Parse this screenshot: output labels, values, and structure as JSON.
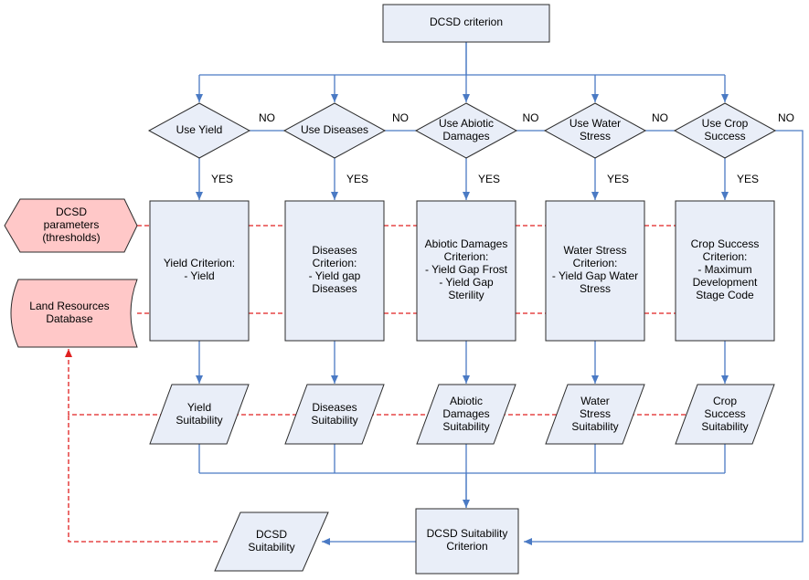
{
  "colors": {
    "box_fill": "#e9eef8",
    "box_stroke": "#2b2b2b",
    "ext_fill": "#ffc8c8",
    "flow_line": "#4a7ac4",
    "data_line": "#e02020"
  },
  "top": [
    "DCSD criterion"
  ],
  "decision_no": "NO",
  "decision_yes": "YES",
  "decisions": [
    {
      "lines": [
        "Use Yield"
      ]
    },
    {
      "lines": [
        "Use Diseases"
      ]
    },
    {
      "lines": [
        "Use Abiotic",
        "Damages"
      ]
    },
    {
      "lines": [
        "Use Water",
        "Stress"
      ]
    },
    {
      "lines": [
        "Use Crop",
        "Success"
      ]
    }
  ],
  "criteria": [
    {
      "lines": [
        "Yield Criterion:",
        "- Yield"
      ]
    },
    {
      "lines": [
        "Diseases",
        "Criterion:",
        "- Yield gap",
        "Diseases"
      ]
    },
    {
      "lines": [
        "Abiotic Damages",
        "Criterion:",
        "- Yield Gap Frost",
        "- Yield Gap",
        "Sterility"
      ]
    },
    {
      "lines": [
        "Water Stress",
        "Criterion:",
        "- Yield Gap Water",
        "Stress"
      ]
    },
    {
      "lines": [
        "Crop Success",
        "Criterion:",
        "- Maximum",
        "Development",
        "Stage Code"
      ]
    }
  ],
  "suitabilities": [
    {
      "lines": [
        "Yield",
        "Suitability"
      ]
    },
    {
      "lines": [
        "Diseases",
        "Suitability"
      ]
    },
    {
      "lines": [
        "Abiotic",
        "Damages",
        "Suitability"
      ]
    },
    {
      "lines": [
        "Water",
        "Stress",
        "Suitability"
      ]
    },
    {
      "lines": [
        "Crop",
        "Success",
        "Suitability"
      ]
    }
  ],
  "params": [
    "DCSD",
    "parameters",
    "(thresholds)"
  ],
  "database": [
    "Land Resources",
    "Database"
  ],
  "final_criterion": [
    "DCSD Suitability",
    "Criterion"
  ],
  "final_suitability": [
    "DCSD",
    "Suitability"
  ]
}
